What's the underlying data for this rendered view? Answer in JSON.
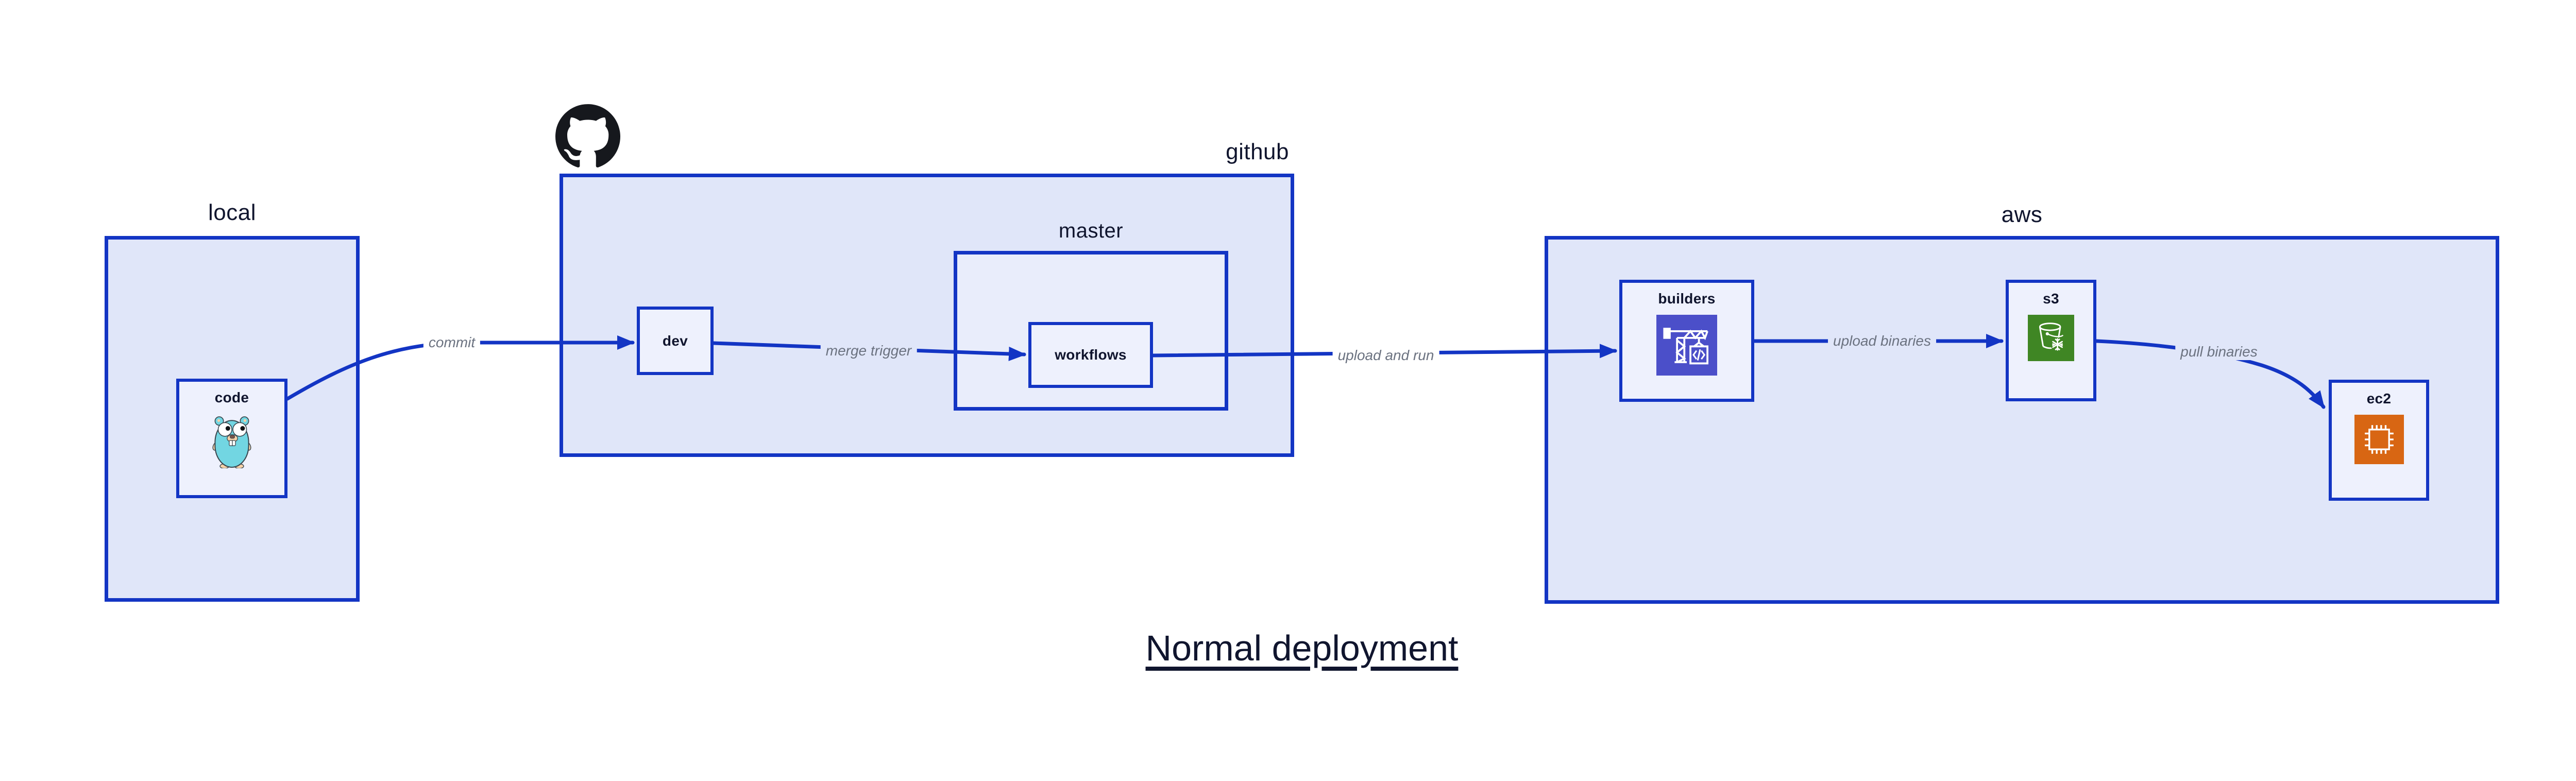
{
  "diagram": {
    "title": "Normal deployment",
    "containers": {
      "local": {
        "label": "local"
      },
      "github": {
        "label": "github"
      },
      "master": {
        "label": "master"
      },
      "aws": {
        "label": "aws"
      }
    },
    "nodes": {
      "code": {
        "label": "code",
        "icon": "go-gopher-icon"
      },
      "dev": {
        "label": "dev"
      },
      "workflows": {
        "label": "workflows"
      },
      "builders": {
        "label": "builders",
        "icon": "codebuild-crane-icon"
      },
      "s3": {
        "label": "s3",
        "icon": "s3-bucket-icon"
      },
      "ec2": {
        "label": "ec2",
        "icon": "ec2-chip-icon"
      }
    },
    "edges": [
      {
        "label": "commit",
        "from": "code",
        "to": "dev"
      },
      {
        "label": "merge trigger",
        "from": "dev",
        "to": "workflows"
      },
      {
        "label": "upload and run",
        "from": "workflows",
        "to": "builders"
      },
      {
        "label": "upload binaries",
        "from": "builders",
        "to": "s3"
      },
      {
        "label": "pull binaries",
        "from": "s3",
        "to": "ec2"
      }
    ],
    "colors": {
      "line": "#1335c4",
      "panel": "#e0e6f9",
      "panel_light": "#e9edfb",
      "node": "#eef1fd",
      "ink": "#10152e",
      "muted": "#6b7280",
      "codebuild": "#4b4fc9",
      "s3_green": "#3f8624",
      "ec2_orange": "#d86613",
      "gopher": "#72d6e2",
      "octocat": "#16181d"
    }
  }
}
